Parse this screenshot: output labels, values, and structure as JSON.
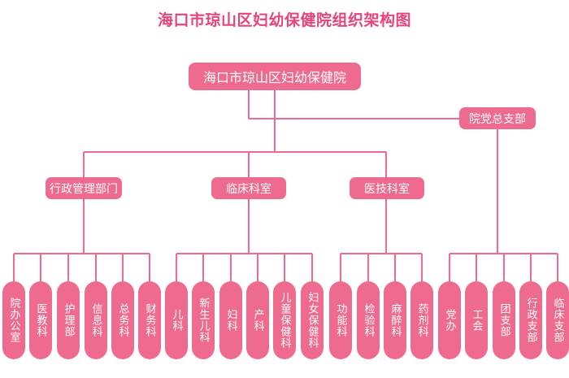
{
  "title": "海口市琼山区妇幼保健院组织架构图",
  "root": "海口市琼山区妇幼保健院",
  "party_committee": "院党总支部",
  "departments": [
    {
      "label": "行政管理部门",
      "children": [
        "院办公室",
        "医教科",
        "护理部",
        "信息科",
        "总务科",
        "财务科"
      ]
    },
    {
      "label": "临床科室",
      "children": [
        "儿科",
        "新生儿科",
        "妇科",
        "产科",
        "儿童保健科",
        "妇女保健科"
      ]
    },
    {
      "label": "医技科室",
      "children": [
        "功能科",
        "检验科",
        "麻醉科",
        "药剂科"
      ]
    }
  ],
  "party_children": [
    "党办",
    "工会",
    "团支部",
    "行政支部",
    "临床支部"
  ],
  "colors": {
    "accent": "#ef6a8f",
    "title": "#e8437a"
  }
}
